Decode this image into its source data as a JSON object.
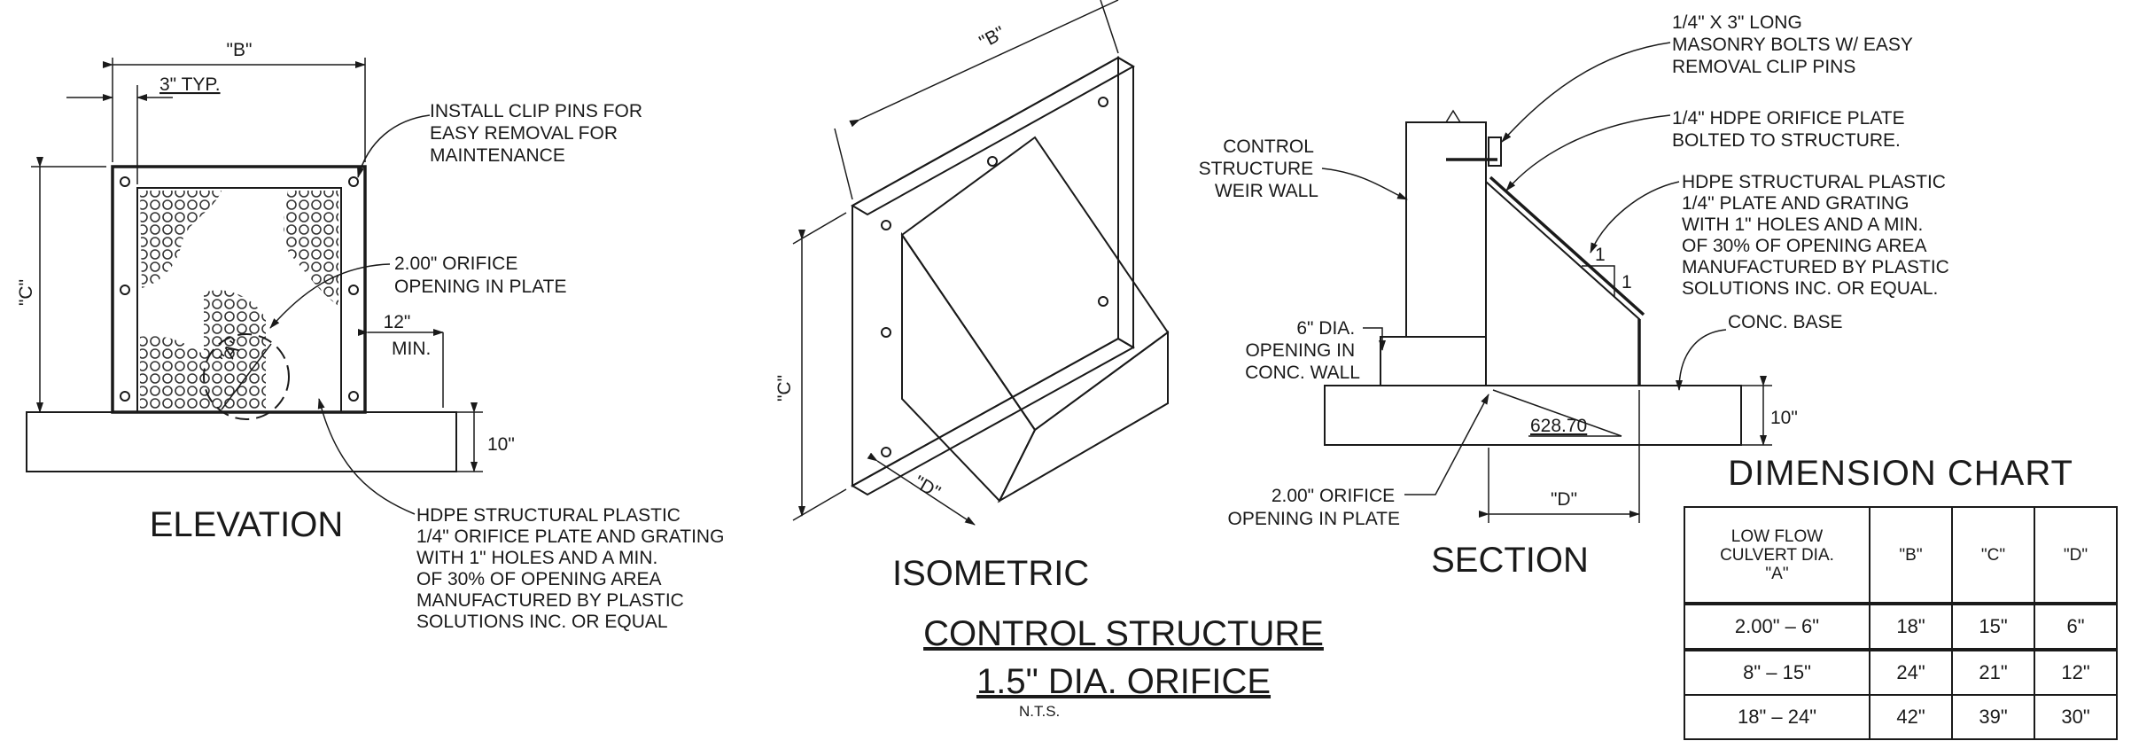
{
  "elevation": {
    "title": "ELEVATION",
    "dim_b": "\"B\"",
    "dim_typ": "3\" TYP.",
    "dim_c": "\"C\"",
    "dim_a": "\"A\"",
    "dim_12": "12\"",
    "dim_min": "MIN.",
    "dim_10": "10\"",
    "note_clip": [
      "INSTALL CLIP PINS FOR",
      "EASY REMOVAL FOR",
      "MAINTENANCE"
    ],
    "note_orifice": [
      "2.00\" ORIFICE",
      "OPENING IN PLATE"
    ],
    "note_hdpe": [
      "HDPE STRUCTURAL PLASTIC",
      "1/4\" ORIFICE PLATE AND GRATING",
      "WITH 1\" HOLES AND A MIN.",
      "OF 30% OF OPENING AREA",
      "MANUFACTURED BY PLASTIC",
      "SOLUTIONS INC. OR EQUAL"
    ]
  },
  "isometric": {
    "title": "ISOMETRIC",
    "dim_b": "\"B\"",
    "dim_c": "\"C\"",
    "dim_d": "\"D\""
  },
  "section": {
    "title": "SECTION",
    "note_bolts": [
      "1/4\" X 3\" LONG",
      "MASONRY BOLTS W/ EASY",
      "REMOVAL CLIP PINS"
    ],
    "note_plate": [
      "1/4\" HDPE ORIFICE PLATE",
      "BOLTED TO STRUCTURE."
    ],
    "note_hdpe": [
      "HDPE STRUCTURAL PLASTIC",
      "1/4\" PLATE AND GRATING",
      "WITH 1\" HOLES AND A MIN.",
      "OF 30% OF OPENING AREA",
      "MANUFACTURED BY PLASTIC",
      "SOLUTIONS INC. OR EQUAL."
    ],
    "note_base": "CONC. BASE",
    "note_weir": [
      "CONTROL",
      "STRUCTURE",
      "WEIR WALL"
    ],
    "note_opening": [
      "6\" DIA.",
      "OPENING IN",
      "CONC. WALL"
    ],
    "note_orifice": [
      "2.00\" ORIFICE",
      "OPENING IN PLATE"
    ],
    "elevation_value": "628.70",
    "dim_10": "10\"",
    "dim_d": "\"D\"",
    "slope_1a": "1",
    "slope_1b": "1"
  },
  "title_block": {
    "title": "CONTROL STRUCTURE",
    "subtitle": "1.5\" DIA. ORIFICE",
    "scale": "N.T.S."
  },
  "dimension_chart": {
    "title": "DIMENSION CHART",
    "headers": [
      [
        "LOW FLOW",
        "CULVERT DIA.",
        "\"A\""
      ],
      "\"B\"",
      "\"C\"",
      "\"D\""
    ],
    "rows": [
      [
        "2.00\" – 6\"",
        "18\"",
        "15\"",
        "6\""
      ],
      [
        "8\" – 15\"",
        "24\"",
        "21\"",
        "12\""
      ],
      [
        "18\" – 24\"",
        "42\"",
        "39\"",
        "30\""
      ]
    ]
  }
}
